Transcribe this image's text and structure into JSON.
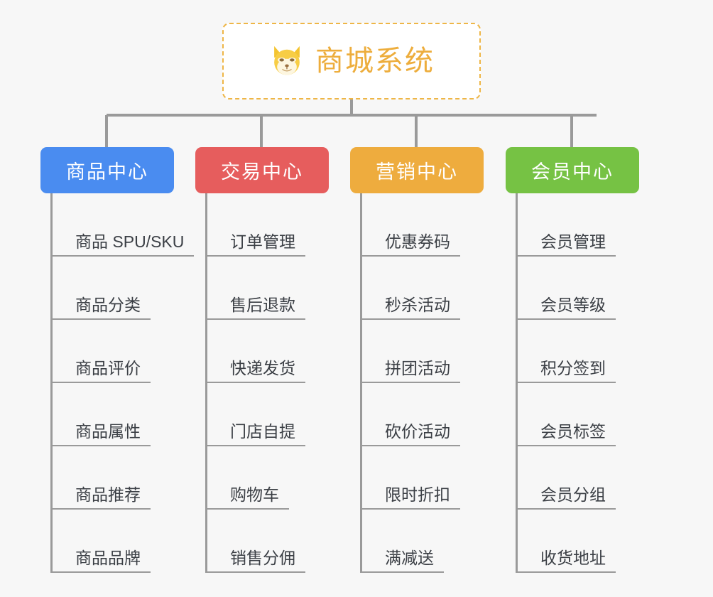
{
  "root": {
    "title": "商城系统",
    "icon": "dog-face-icon",
    "accent_color": "#edad3c",
    "border_color": "#eeb647",
    "background": "#ffffff"
  },
  "page": {
    "background": "#f7f7f7",
    "connector_color": "#9a9a9a",
    "leaf_text_color": "#3b3f45"
  },
  "categories": [
    {
      "label": "商品中心",
      "color": "#4a8cf0",
      "items": [
        {
          "label": "商品 SPU/SKU"
        },
        {
          "label": "商品分类"
        },
        {
          "label": "商品评价"
        },
        {
          "label": "商品属性"
        },
        {
          "label": "商品推荐"
        },
        {
          "label": "商品品牌"
        }
      ]
    },
    {
      "label": "交易中心",
      "color": "#e65d5d",
      "items": [
        {
          "label": "订单管理"
        },
        {
          "label": "售后退款"
        },
        {
          "label": "快递发货"
        },
        {
          "label": "门店自提"
        },
        {
          "label": "购物车"
        },
        {
          "label": "销售分佣"
        }
      ]
    },
    {
      "label": "营销中心",
      "color": "#eeac3e",
      "items": [
        {
          "label": "优惠券码"
        },
        {
          "label": "秒杀活动"
        },
        {
          "label": "拼团活动"
        },
        {
          "label": "砍价活动"
        },
        {
          "label": "限时折扣"
        },
        {
          "label": "满减送"
        }
      ]
    },
    {
      "label": "会员中心",
      "color": "#76c244",
      "items": [
        {
          "label": "会员管理"
        },
        {
          "label": "会员等级"
        },
        {
          "label": "积分签到"
        },
        {
          "label": "会员标签"
        },
        {
          "label": "会员分组"
        },
        {
          "label": "收货地址"
        }
      ]
    }
  ]
}
